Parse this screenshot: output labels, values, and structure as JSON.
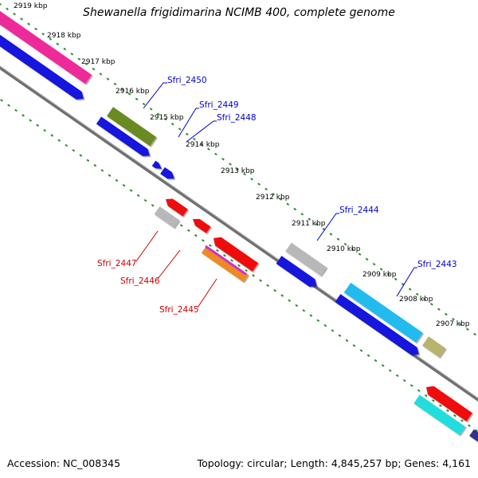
{
  "title": "Shewanella frigidimarina NCIMB 400, complete genome",
  "accession": "Accession: NC_008345",
  "summary": "Topology: circular; Length: 4,845,257 bp; Genes: 4,161",
  "colors": {
    "backbone": "#808080",
    "tick": "#2e8b2e",
    "label_forward": "#0000cc",
    "label_reverse": "#cc0000",
    "kbp_text": "#000000"
  },
  "kbp_labels": [
    "2919 kbp",
    "2918 kbp",
    "2917 kbp",
    "2916 kbp",
    "2915 kbp",
    "2914 kbp",
    "2913 kbp",
    "2912 kbp",
    "2911 kbp",
    "2910 kbp",
    "2909 kbp",
    "2908 kbp",
    "2907 kbp"
  ],
  "gene_labels": [
    "Sfri_2450",
    "Sfri_2449",
    "Sfri_2448",
    "Sfri_2444",
    "Sfri_2443",
    "Sfri_2447",
    "Sfri_2446",
    "Sfri_2445"
  ]
}
